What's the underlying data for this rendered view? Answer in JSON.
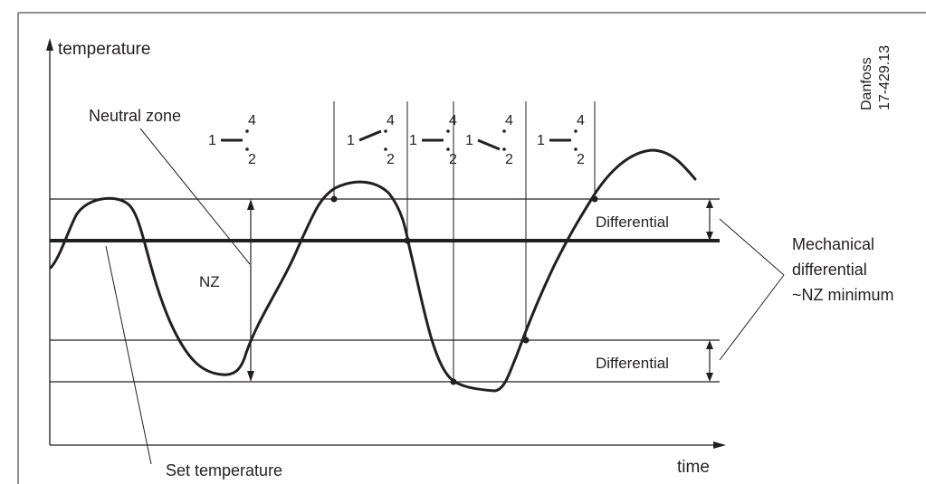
{
  "axes": {
    "y_label": "temperature",
    "x_label": "time"
  },
  "annotations": {
    "neutral_zone": "Neutral zone",
    "nz": "NZ",
    "set_temperature": "Set temperature",
    "differential_upper": "Differential",
    "differential_lower": "Differential",
    "mechanical_line1": "Mechanical",
    "mechanical_line2": "differential",
    "mechanical_line3": "~NZ minimum"
  },
  "brand": {
    "name": "Danfoss",
    "code": "17-429.13"
  },
  "switch_labels": {
    "terminal_1": "1",
    "terminal_2": "2",
    "terminal_4": "4"
  },
  "switch_states": [
    "neutral",
    "to-4",
    "neutral",
    "to-2",
    "neutral"
  ]
}
